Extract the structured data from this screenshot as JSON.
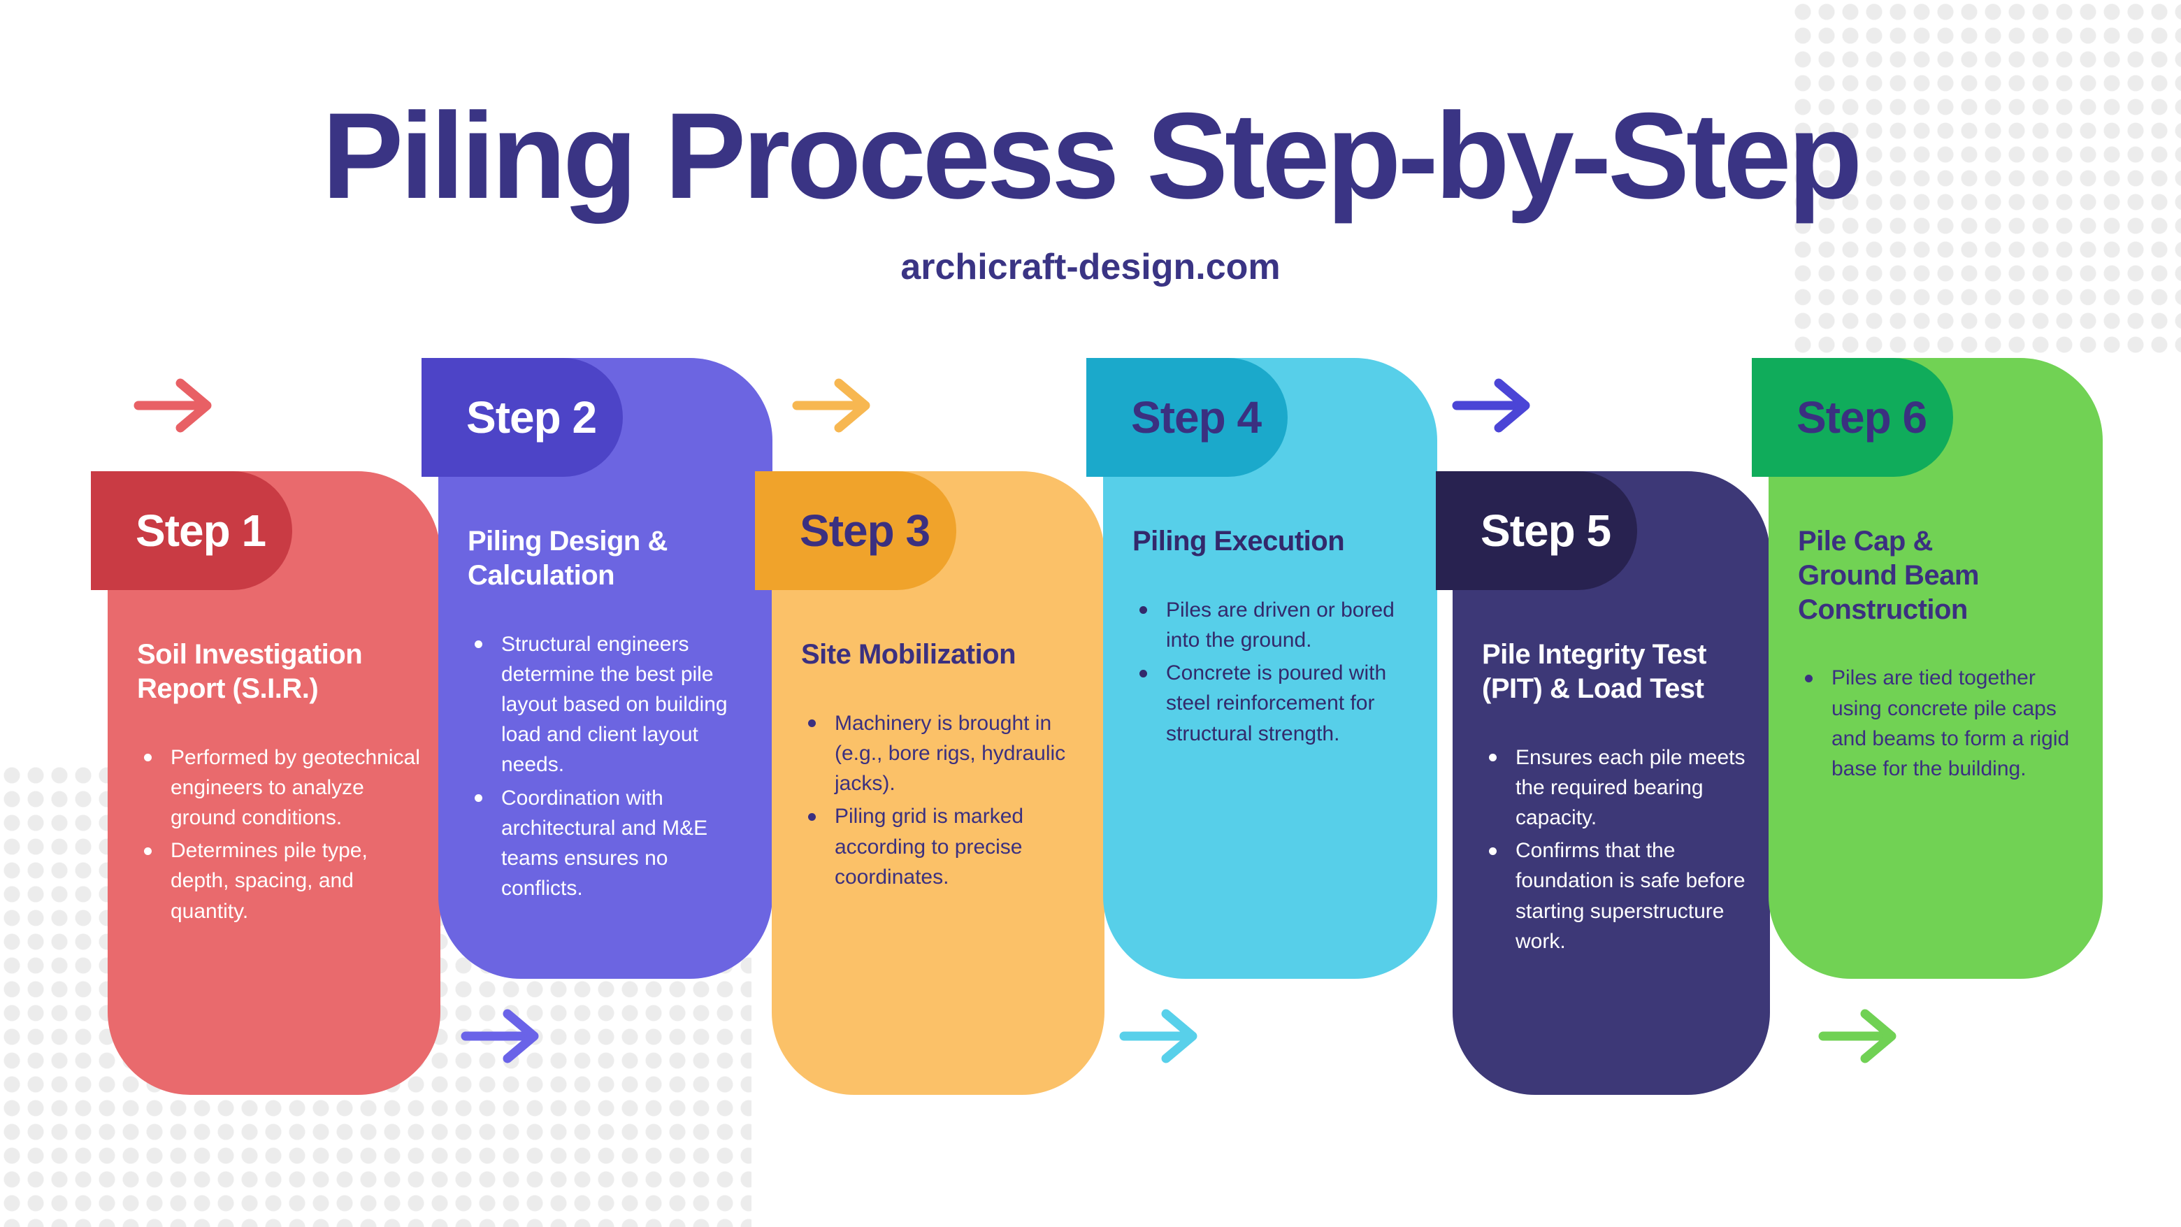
{
  "title": "Piling Process Step-by-Step",
  "subtitle": "archicraft-design.com",
  "colors": {
    "heading_text": "#3A3484",
    "background": "#FFFFFF",
    "dot_pattern": "#ECECEC"
  },
  "steps": [
    {
      "badge": "Step 1",
      "card_title": "Soil Investigation\nReport (S.I.R.)",
      "bullets": [
        "Performed by geotechnical engineers to analyze ground conditions.",
        "Determines pile type, depth, spacing, and quantity."
      ],
      "card_color": "#E96A6D",
      "badge_color": "#C93B44",
      "badge_text_color": "#FFFFFF",
      "text_color": "#FFFFFF"
    },
    {
      "badge": "Step 2",
      "card_title": "Piling Design &\nCalculation",
      "bullets": [
        "Structural engineers determine the best pile layout based on building load and client layout needs.",
        "Coordination with architectural and M&E teams ensures no conflicts."
      ],
      "card_color": "#6C65E1",
      "badge_color": "#4D44C7",
      "badge_text_color": "#FFFFFF",
      "text_color": "#FFFFFF"
    },
    {
      "badge": "Step 3",
      "card_title": "Site Mobilization",
      "bullets": [
        "Machinery is brought in (e.g., bore rigs, hydraulic jacks).",
        "Piling grid is marked according to precise coordinates."
      ],
      "card_color": "#FBC168",
      "badge_color": "#F0A32B",
      "badge_text_color": "#3B3080",
      "text_color": "#3B3080"
    },
    {
      "badge": "Step 4",
      "card_title": "Piling Execution",
      "bullets": [
        "Piles are driven or bored into the ground.",
        "Concrete is poured with steel reinforcement for structural strength."
      ],
      "card_color": "#57CFE9",
      "badge_color": "#1BA9CB",
      "badge_text_color": "#3B3080",
      "text_color": "#33296B"
    },
    {
      "badge": "Step 5",
      "card_title": "Pile Integrity Test\n(PIT) & Load Test",
      "bullets": [
        "Ensures each pile meets the required bearing capacity.",
        "Confirms that the foundation is safe before starting superstructure work."
      ],
      "card_color": "#3D3877",
      "badge_color": "#282250",
      "badge_text_color": "#FFFFFF",
      "text_color": "#FFFFFF"
    },
    {
      "badge": "Step 6",
      "card_title": "Pile Cap &\nGround Beam\nConstruction",
      "bullets": [
        "Piles are tied together using concrete pile caps and beams to form a rigid base for the building."
      ],
      "card_color": "#71D254",
      "badge_color": "#10AC5B",
      "badge_text_color": "#3B3080",
      "text_color": "#3B3080"
    }
  ],
  "arrows": [
    {
      "points_to": "Step 1",
      "direction": "right",
      "color": "#E86065"
    },
    {
      "points_to": "Step 3",
      "direction": "right",
      "color": "#F7B751"
    },
    {
      "points_to": "Step 5",
      "direction": "right",
      "color": "#4B45D6"
    },
    {
      "points_to": "Step 2",
      "direction": "right",
      "color": "#6A63E8"
    },
    {
      "points_to": "Step 4",
      "direction": "right",
      "color": "#58D0EA"
    },
    {
      "points_to": "Step 6",
      "direction": "right",
      "color": "#70D154"
    }
  ]
}
